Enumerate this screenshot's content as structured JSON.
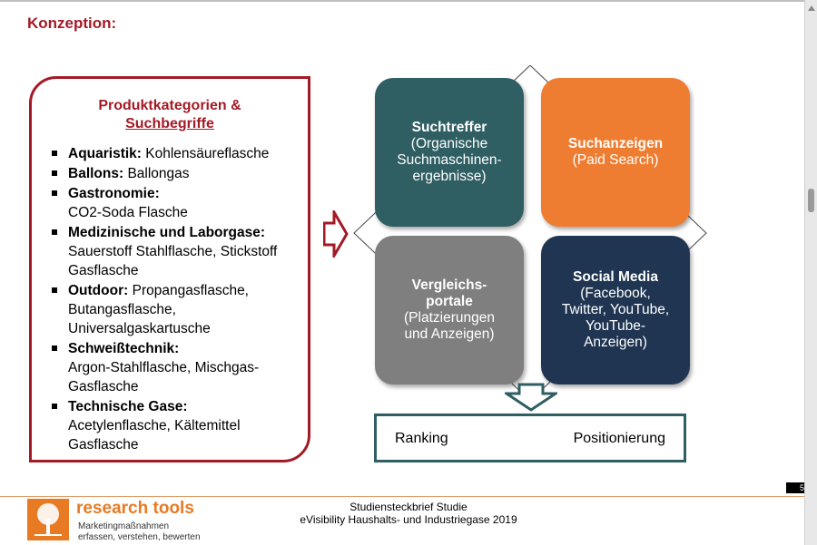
{
  "slide": {
    "title": "Konzeption:",
    "left_panel": {
      "heading_line1": "Produktkategorien &",
      "heading_line2": "Suchbegriffe",
      "items": [
        {
          "label": "Aquaristik:",
          "text": " Kohlensäureflasche"
        },
        {
          "label": "Ballons:",
          "text": " Ballongas"
        },
        {
          "label": "Gastronomie:",
          "text": "CO2-Soda Flasche"
        },
        {
          "label": "Medizinische und Laborgase:",
          "text": "Sauerstoff Stahlflasche, Stickstoff Gasflasche"
        },
        {
          "label": "Outdoor:",
          "text": " Propangasflasche, Butangasflasche, Universalgaskartusche"
        },
        {
          "label": "Schweißtechnik:",
          "text": "Argon-Stahlflasche, Mischgas-Gasflasche"
        },
        {
          "label": "Technische Gase:",
          "text": "Acetylenflasche, Kältemittel Gasflasche"
        }
      ]
    },
    "quadrants": {
      "q1": {
        "title": "Suchtreffer",
        "body": "(Organische Suchmaschinen-ergebnisse)",
        "color": "#2f5e63"
      },
      "q2": {
        "title": "Suchanzeigen",
        "body": "(Paid Search)",
        "color": "#ef7d31"
      },
      "q3": {
        "title": "Vergleichs-portale",
        "body": "(Platzierungen und Anzeigen)",
        "color": "#7f7f7f"
      },
      "q4": {
        "title": "Social Media",
        "body": "(Facebook, Twitter, YouTube, YouTube-Anzeigen)",
        "color": "#1f3551"
      }
    },
    "result": {
      "left": "Ranking",
      "right": "Positionierung"
    },
    "page_number": "5"
  },
  "footer": {
    "logo_name": "research tools",
    "logo_sub1": "Marketingmaßnahmen",
    "logo_sub2": "erfassen, verstehen, bewerten",
    "line1": "Studiensteckbrief Studie",
    "line2": "eVisibility Haushalts- und Industriegase 2019"
  },
  "colors": {
    "accent_red": "#a31a26",
    "accent_orange": "#e87a24",
    "teal": "#2f5e63"
  }
}
